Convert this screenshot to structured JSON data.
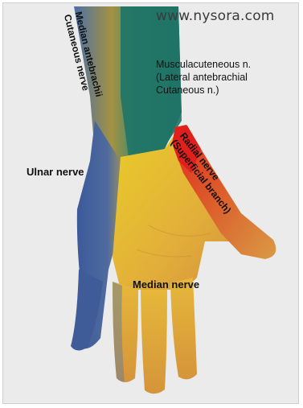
{
  "watermark": "www.nysora.com",
  "labels": {
    "median_antebrachial": [
      "Median antebrachii",
      "Cutaneous nerve"
    ],
    "musculocutaneous": [
      "Musculacuteneous n.",
      "(Lateral antebrachial",
      "Cutaneous n.)"
    ],
    "ulnar": "Ulnar nerve",
    "radial": [
      "Radial nerve",
      "(Superficial branch)"
    ],
    "median": "Median nerve"
  },
  "colors": {
    "ulnar": "#3f5c9a",
    "median": "#e6c82a",
    "musculocutaneous": "#1f7a6a",
    "radial": "#d92520",
    "median_antebrachial": "#9a8a3a",
    "background": "#ebebeb"
  }
}
